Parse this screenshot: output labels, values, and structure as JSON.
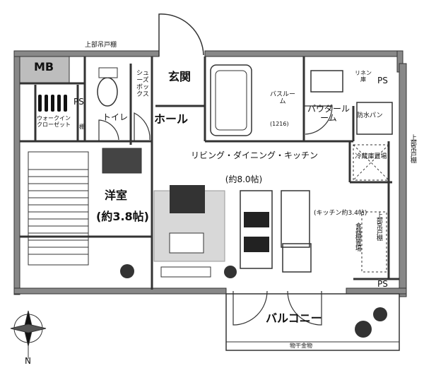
{
  "rooms": {
    "mb": "MB",
    "ps_left": "PS",
    "ps_top_right": "PS",
    "ps_bottom_right": "PS",
    "upper_shelf_top": "上部吊戸棚",
    "upper_shelf_right": "上部吊戸棚",
    "upper_shelf_kitchen": "上部吊戸棚",
    "shoes_box": "シューズボックス",
    "entrance": "玄関",
    "bath": "バスルーム",
    "bath_size": "(1216)",
    "powder": "パウダールーム",
    "linen": "リネン庫",
    "waterproof_pan": "防水パン",
    "toilet": "トイレ",
    "hall": "ホール",
    "walkin": "ウォークインクローゼット",
    "shelf": "棚",
    "ldk": "リビング・ダイニング・キッチン",
    "ldk_size": "(約8.0帖)",
    "fridge": "冷蔵庫置場",
    "western": "洋室",
    "western_size": "(約3.8帖)",
    "kitchen_size": "(キッチン約3.4帖)",
    "tableware": "食器棚置場",
    "balcony": "バルコニー",
    "laundry": "物干金物"
  },
  "compass": {
    "north": "N"
  }
}
